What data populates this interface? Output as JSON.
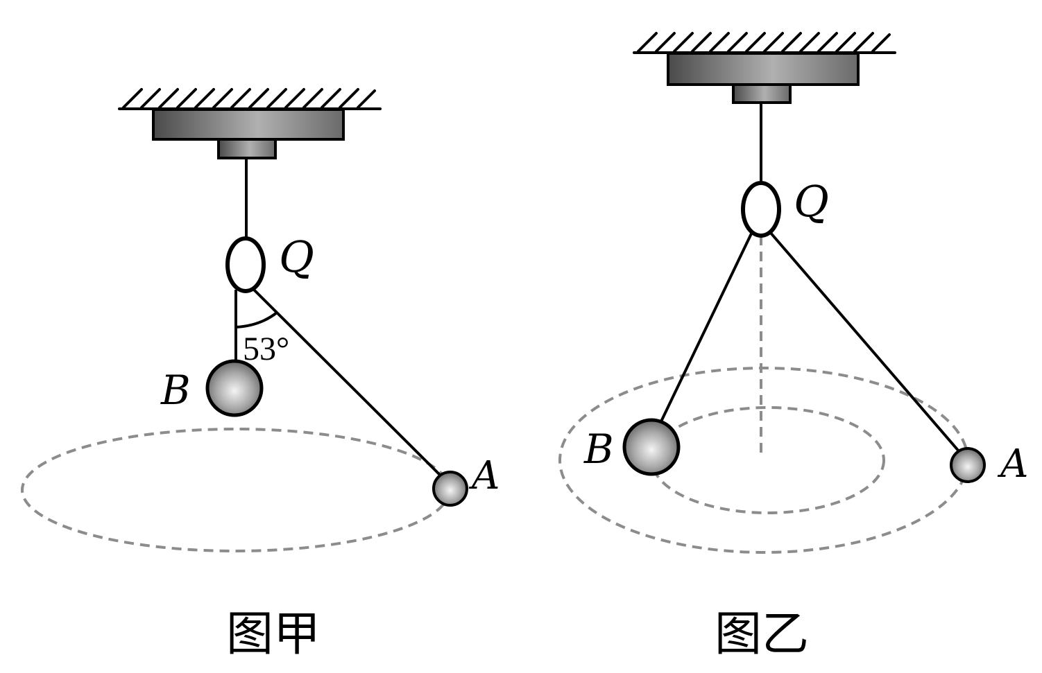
{
  "figure_left": {
    "ring_label": "Q",
    "ball_b_label": "B",
    "ball_a_label": "A",
    "angle_label": "53°",
    "caption": "图甲"
  },
  "figure_right": {
    "ring_label": "Q",
    "ball_b_label": "B",
    "ball_a_label": "A",
    "caption": "图乙"
  },
  "colors": {
    "line": "#000000",
    "dashed": "#8c8c8c"
  }
}
